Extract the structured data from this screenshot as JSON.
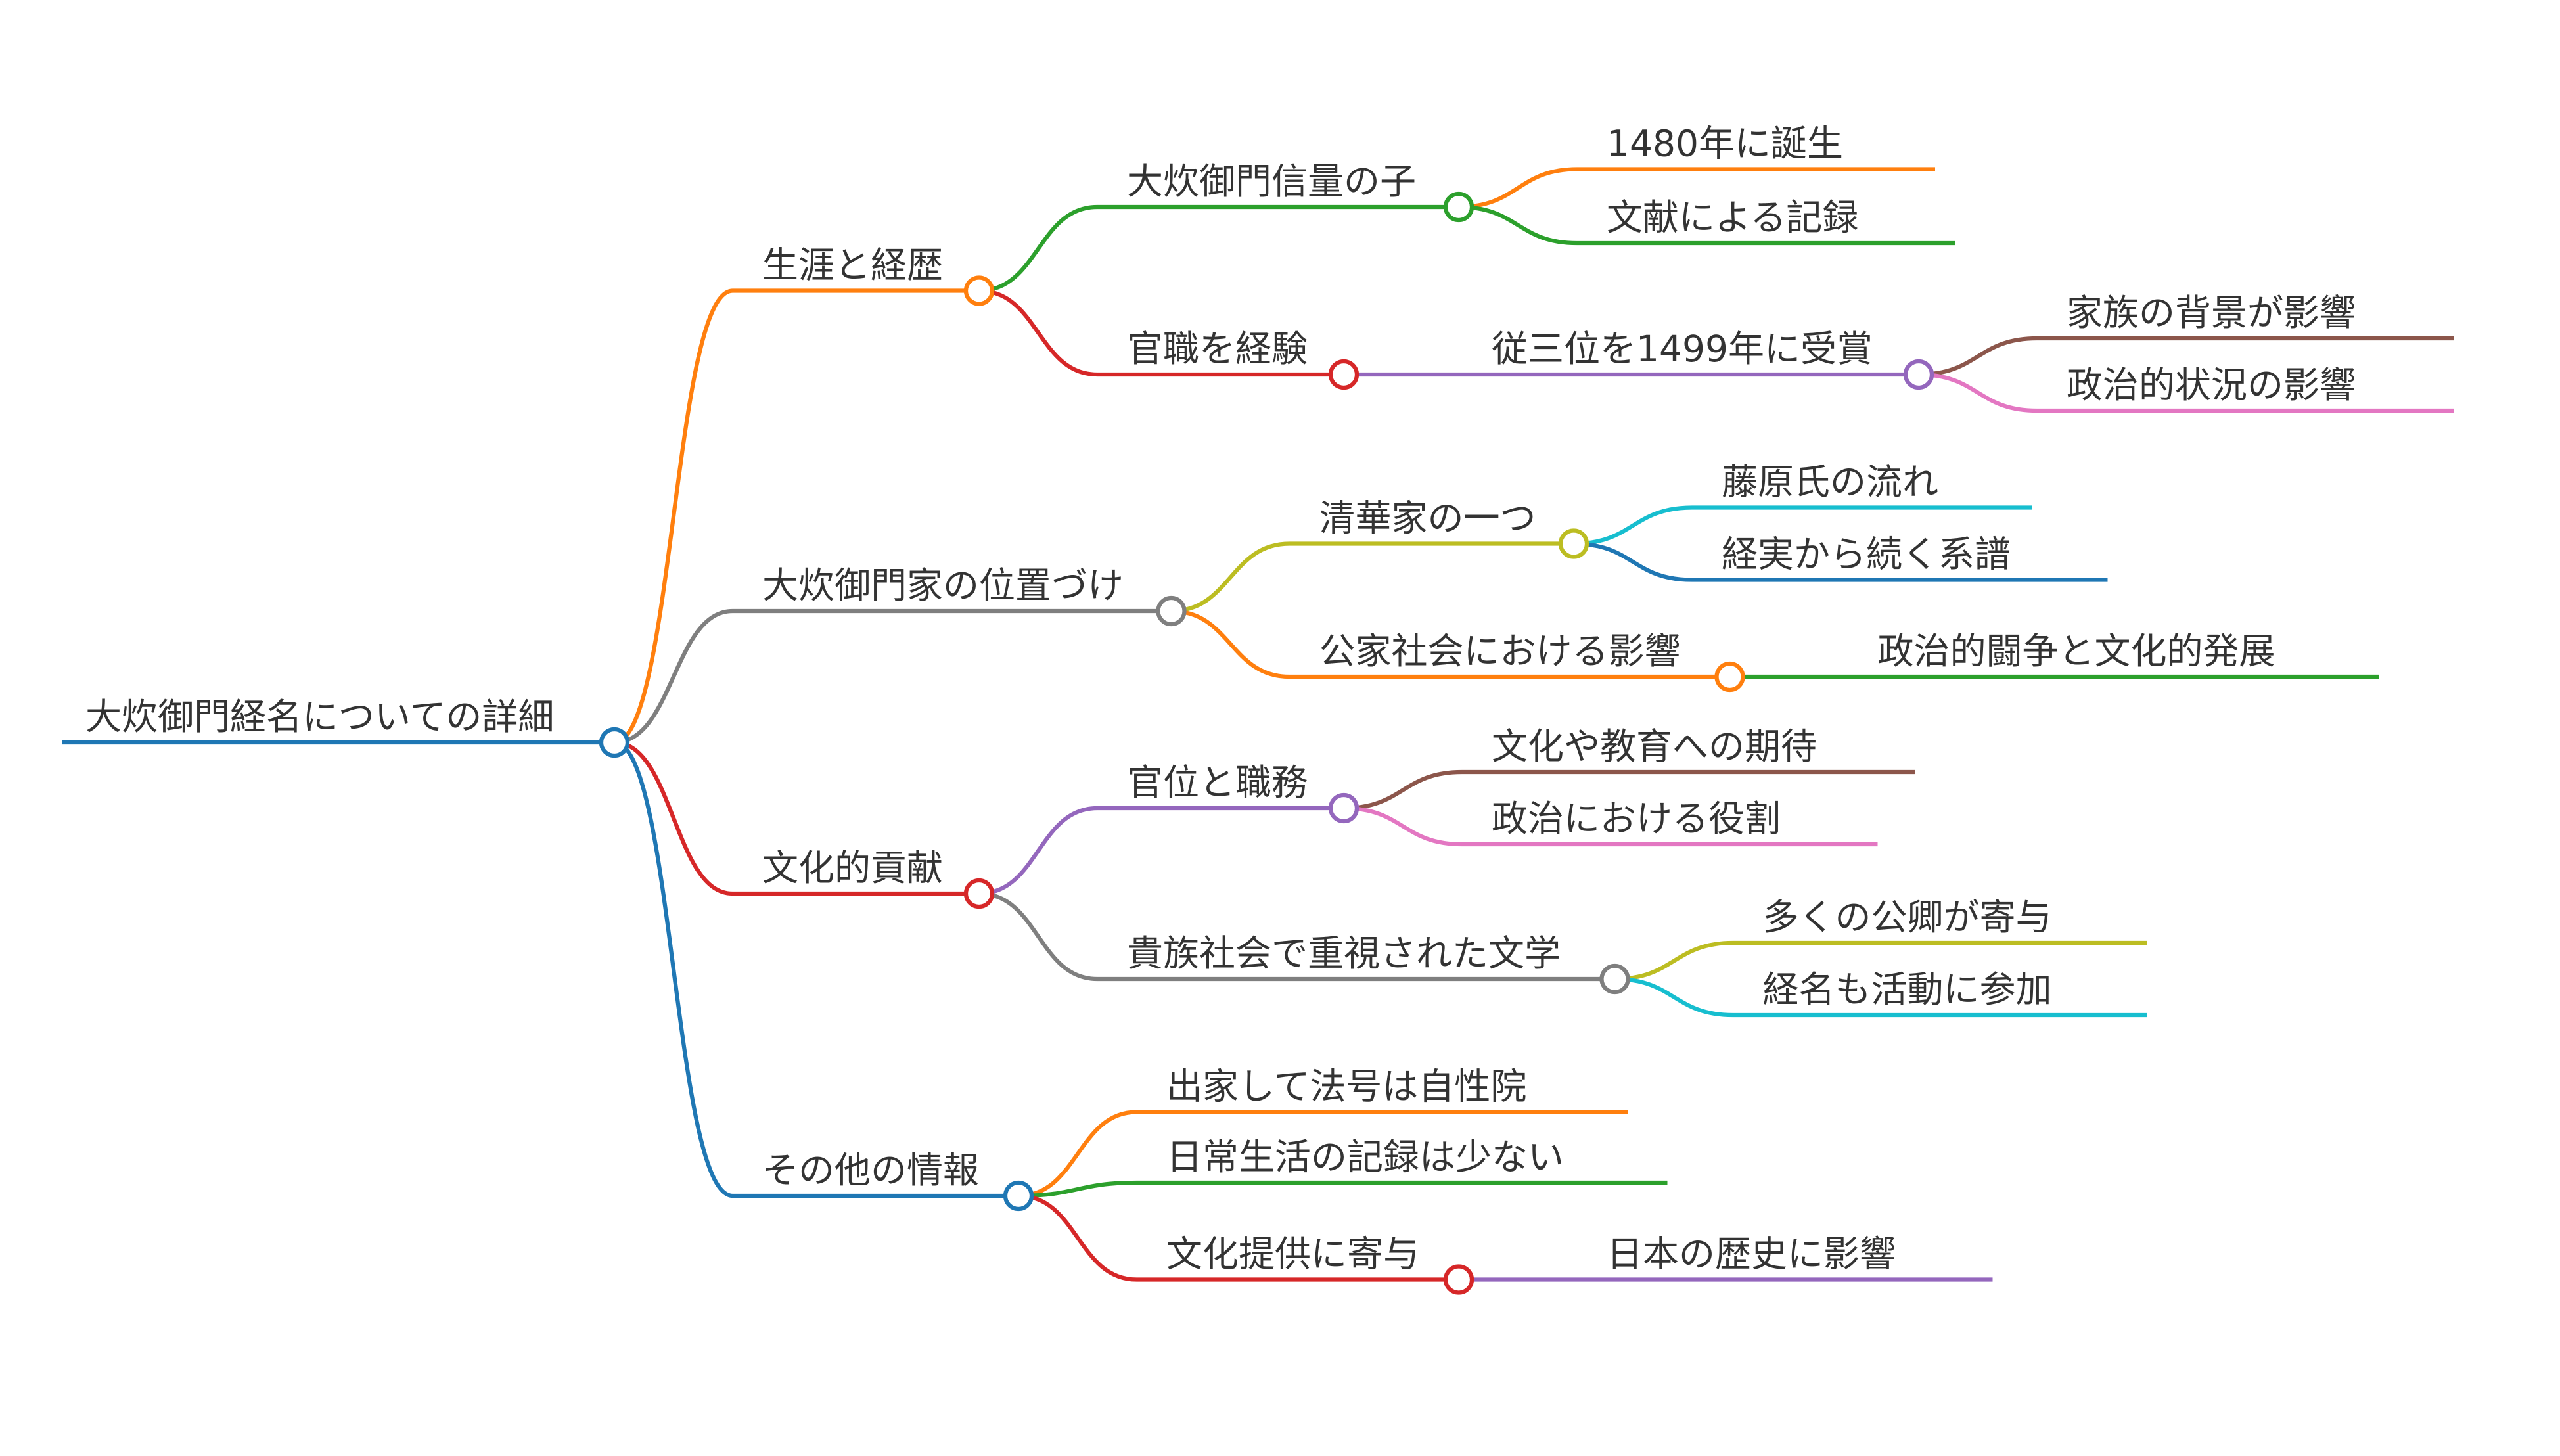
{
  "mindmap": {
    "label": "大炊御門経名についての詳細",
    "color": "#1f77b4",
    "children": [
      {
        "label": "生涯と経歴",
        "color": "#ff7f0e",
        "children": [
          {
            "label": "大炊御門信量の子",
            "color": "#2ca02c",
            "children": [
              {
                "label": "1480年に誕生",
                "color": "#ff7f0e"
              },
              {
                "label": "文献による記録",
                "color": "#2ca02c"
              }
            ]
          },
          {
            "label": "官職を経験",
            "color": "#d62728",
            "children": [
              {
                "label": "従三位を1499年に受賞",
                "color": "#9467bd",
                "children": [
                  {
                    "label": "家族の背景が影響",
                    "color": "#8c564b"
                  },
                  {
                    "label": "政治的状況の影響",
                    "color": "#e377c2"
                  }
                ]
              }
            ]
          }
        ]
      },
      {
        "label": "大炊御門家の位置づけ",
        "color": "#7f7f7f",
        "children": [
          {
            "label": "清華家の一つ",
            "color": "#bcbd22",
            "children": [
              {
                "label": "藤原氏の流れ",
                "color": "#17becf"
              },
              {
                "label": "経実から続く系譜",
                "color": "#1f77b4"
              }
            ]
          },
          {
            "label": "公家社会における影響",
            "color": "#ff7f0e",
            "children": [
              {
                "label": "政治的闘争と文化的発展",
                "color": "#2ca02c"
              }
            ]
          }
        ]
      },
      {
        "label": "文化的貢献",
        "color": "#d62728",
        "children": [
          {
            "label": "官位と職務",
            "color": "#9467bd",
            "children": [
              {
                "label": "文化や教育への期待",
                "color": "#8c564b"
              },
              {
                "label": "政治における役割",
                "color": "#e377c2"
              }
            ]
          },
          {
            "label": "貴族社会で重視された文学",
            "color": "#7f7f7f",
            "children": [
              {
                "label": "多くの公卿が寄与",
                "color": "#bcbd22"
              },
              {
                "label": "経名も活動に参加",
                "color": "#17becf"
              }
            ]
          }
        ]
      },
      {
        "label": "その他の情報",
        "color": "#1f77b4",
        "children": [
          {
            "label": "出家して法号は自性院",
            "color": "#ff7f0e"
          },
          {
            "label": "日常生活の記録は少ない",
            "color": "#2ca02c"
          },
          {
            "label": "文化提供に寄与",
            "color": "#d62728",
            "children": [
              {
                "label": "日本の歴史に影響",
                "color": "#9467bd"
              }
            ]
          }
        ]
      }
    ]
  }
}
